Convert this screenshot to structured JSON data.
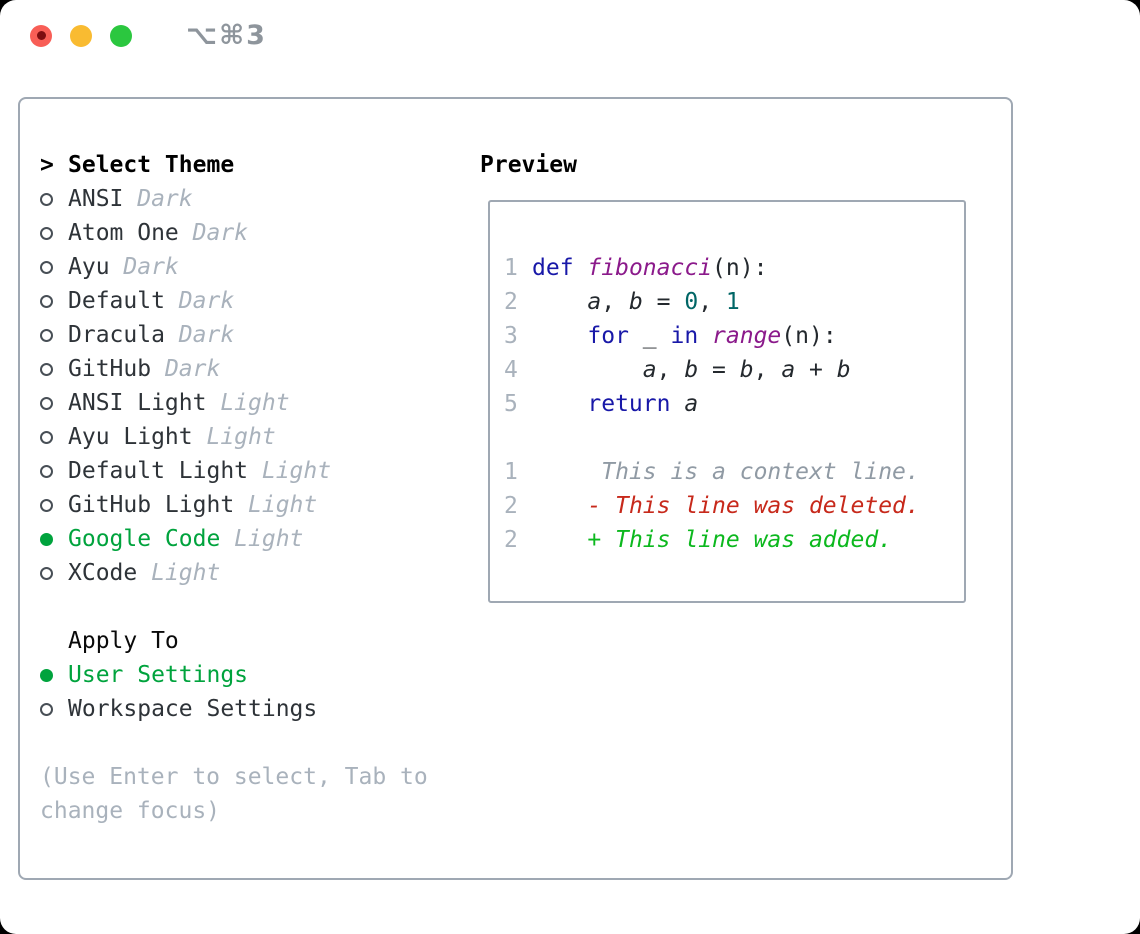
{
  "window": {
    "title_shortcut": "⌥⌘3",
    "traffic_lights": [
      {
        "name": "close",
        "color": "#f85e56"
      },
      {
        "name": "minimize",
        "color": "#f9bb31"
      },
      {
        "name": "maximize",
        "color": "#2bc73f"
      }
    ]
  },
  "colors": {
    "accent_green": "#00a33d",
    "added_green": "#0cb81e",
    "deleted_red": "#c7291b",
    "keyword_blue": "#1818a8",
    "function_purple": "#8b1a8b",
    "literal_teal": "#006666",
    "muted_gray": "#a9b2bc",
    "context_gray": "#909aa4",
    "text_dark": "#2e3338",
    "border_gray": "#9fa8b3",
    "close_dot": "#7d0d10"
  },
  "theme_selector": {
    "header": {
      "prompt": ">",
      "label": "Select Theme"
    },
    "themes": [
      {
        "name": "ANSI",
        "variant": "Dark",
        "selected": false
      },
      {
        "name": "Atom One",
        "variant": "Dark",
        "selected": false
      },
      {
        "name": "Ayu",
        "variant": "Dark",
        "selected": false
      },
      {
        "name": "Default",
        "variant": "Dark",
        "selected": false
      },
      {
        "name": "Dracula",
        "variant": "Dark",
        "selected": false
      },
      {
        "name": "GitHub",
        "variant": "Dark",
        "selected": false
      },
      {
        "name": "ANSI Light",
        "variant": "Light",
        "selected": false
      },
      {
        "name": "Ayu Light",
        "variant": "Light",
        "selected": false
      },
      {
        "name": "Default Light",
        "variant": "Light",
        "selected": false
      },
      {
        "name": "GitHub Light",
        "variant": "Light",
        "selected": false
      },
      {
        "name": "Google Code",
        "variant": "Light",
        "selected": true
      },
      {
        "name": "XCode",
        "variant": "Light",
        "selected": false
      }
    ],
    "apply_to": {
      "label": "Apply To",
      "options": [
        {
          "label": "User Settings",
          "selected": true
        },
        {
          "label": "Workspace Settings",
          "selected": false
        }
      ]
    },
    "help_text": "(Use Enter to select, Tab to change focus)"
  },
  "preview": {
    "title": "Preview",
    "code_lines": [
      {
        "num": "1",
        "tokens": [
          {
            "t": "def",
            "c": "kw"
          },
          {
            "t": " ",
            "c": "pln"
          },
          {
            "t": "fibonacci",
            "c": "fn"
          },
          {
            "t": "(n):",
            "c": "pln"
          }
        ]
      },
      {
        "num": "2",
        "tokens": [
          {
            "t": "    ",
            "c": "pln"
          },
          {
            "t": "a",
            "c": "var"
          },
          {
            "t": ", ",
            "c": "pln"
          },
          {
            "t": "b",
            "c": "var"
          },
          {
            "t": " = ",
            "c": "pln"
          },
          {
            "t": "0",
            "c": "lit"
          },
          {
            "t": ", ",
            "c": "pln"
          },
          {
            "t": "1",
            "c": "lit"
          }
        ]
      },
      {
        "num": "3",
        "tokens": [
          {
            "t": "    ",
            "c": "pln"
          },
          {
            "t": "for",
            "c": "kw"
          },
          {
            "t": " _ ",
            "c": "pln"
          },
          {
            "t": "in",
            "c": "kw"
          },
          {
            "t": " ",
            "c": "pln"
          },
          {
            "t": "range",
            "c": "fn"
          },
          {
            "t": "(n):",
            "c": "pln"
          }
        ]
      },
      {
        "num": "4",
        "tokens": [
          {
            "t": "        ",
            "c": "pln"
          },
          {
            "t": "a",
            "c": "var"
          },
          {
            "t": ", ",
            "c": "pln"
          },
          {
            "t": "b",
            "c": "var"
          },
          {
            "t": " = ",
            "c": "pln"
          },
          {
            "t": "b",
            "c": "var"
          },
          {
            "t": ", ",
            "c": "pln"
          },
          {
            "t": "a",
            "c": "var"
          },
          {
            "t": " + ",
            "c": "pln"
          },
          {
            "t": "b",
            "c": "var"
          }
        ]
      },
      {
        "num": "5",
        "tokens": [
          {
            "t": "    ",
            "c": "pln"
          },
          {
            "t": "return",
            "c": "kw"
          },
          {
            "t": " ",
            "c": "pln"
          },
          {
            "t": "a",
            "c": "var"
          }
        ]
      }
    ],
    "diff_lines": [
      {
        "num": "1",
        "indent": "     ",
        "marker": "",
        "text": "This is a context line.",
        "kind": "context"
      },
      {
        "num": "2",
        "indent": "    ",
        "marker": "- ",
        "text": "This line was deleted.",
        "kind": "deleted"
      },
      {
        "num": "2",
        "indent": "    ",
        "marker": "+ ",
        "text": "This line was added.",
        "kind": "added"
      }
    ]
  }
}
